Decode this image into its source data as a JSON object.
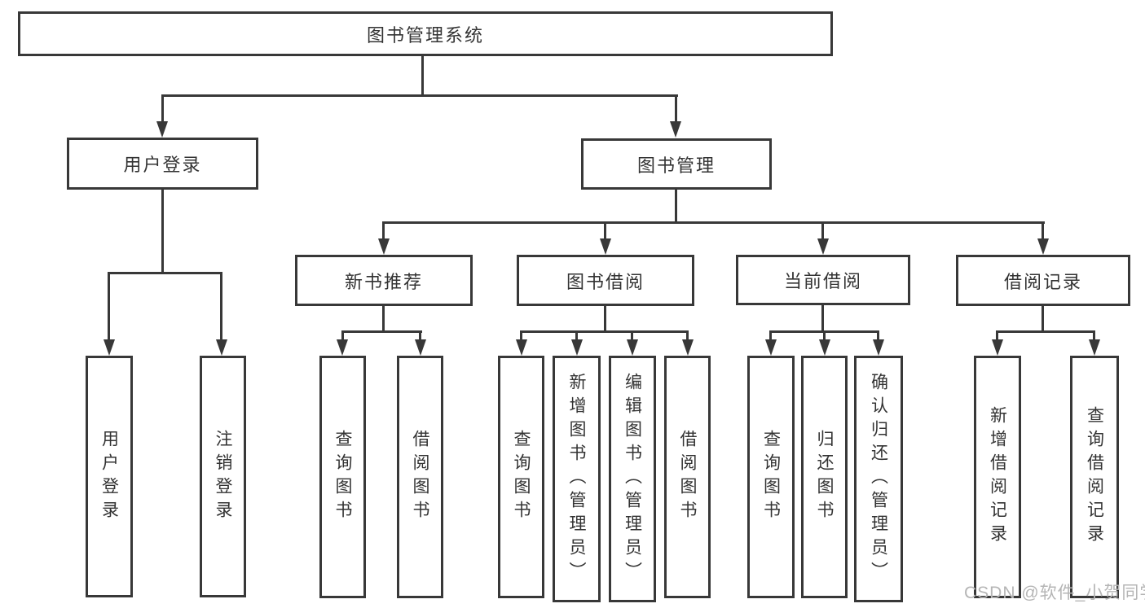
{
  "diagram": {
    "root": "图书管理系统",
    "branches": [
      {
        "label": "用户登录",
        "children": [
          "用户登录",
          "注销登录"
        ]
      },
      {
        "label": "图书管理",
        "groups": [
          {
            "label": "新书推荐",
            "children": [
              "查询图书",
              "借阅图书"
            ]
          },
          {
            "label": "图书借阅",
            "children": [
              "查询图书",
              "新增图书（管理员）",
              "编辑图书（管理员）",
              "借阅图书"
            ]
          },
          {
            "label": "当前借阅",
            "children": [
              "查询图书",
              "归还图书",
              "确认归还（管理员）"
            ]
          },
          {
            "label": "借阅记录",
            "children": [
              "新增借阅记录",
              "查询借阅记录"
            ]
          }
        ]
      }
    ]
  },
  "watermark": "CSDN @软件_小贺同学",
  "colors": {
    "line": "#383838",
    "text": "#333333",
    "watermark": "#b5b5b5",
    "background": "#ffffff"
  }
}
